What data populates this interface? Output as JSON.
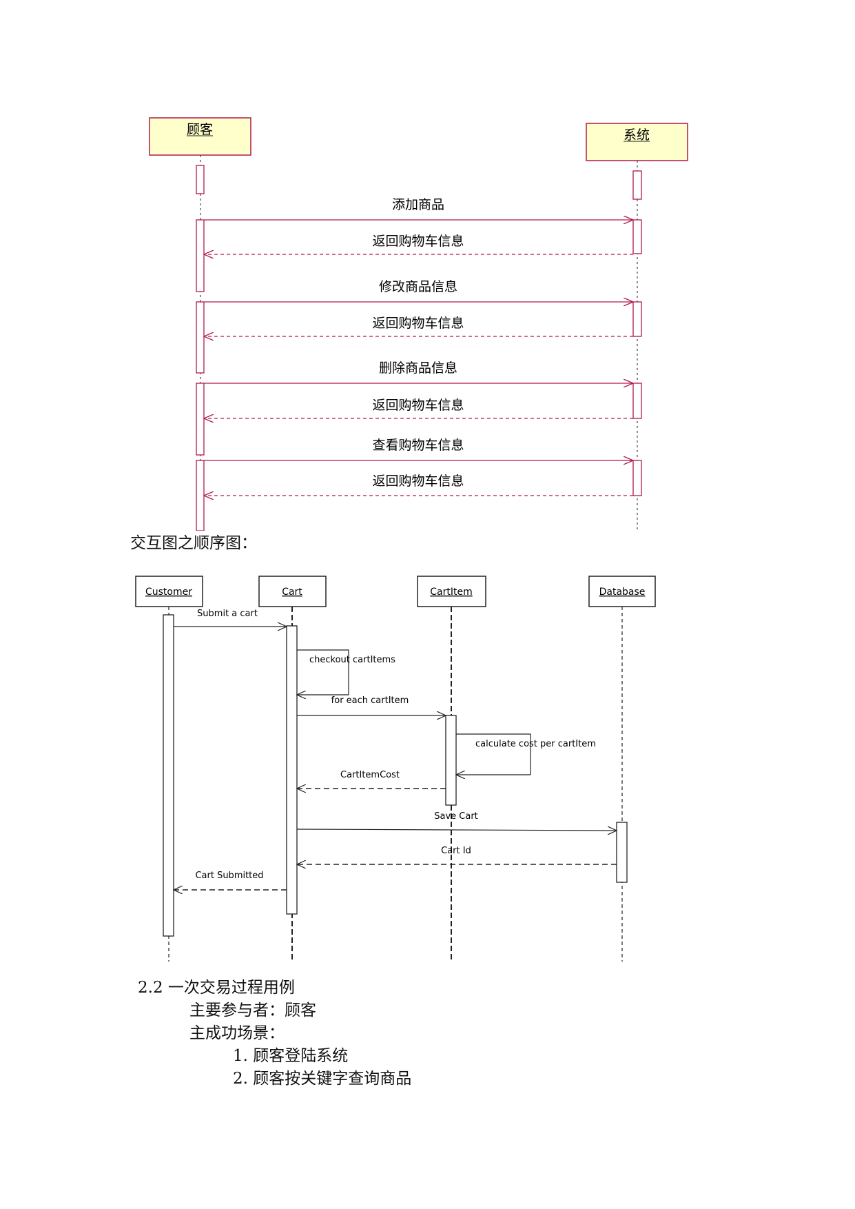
{
  "diagram1": {
    "actors": [
      "顾客",
      "系统"
    ],
    "messages": [
      "添加商品",
      "返回购物车信息",
      "修改商品信息",
      "返回购物车信息",
      "删除商品信息",
      "返回购物车信息",
      "查看购物车信息",
      "返回购物车信息"
    ]
  },
  "caption": "交互图之顺序图：",
  "diagram2": {
    "objects": [
      "Customer",
      "Cart",
      "CartItem",
      "Database"
    ],
    "messages": [
      "Submit a cart",
      "checkout cartItems",
      "for each cartItem",
      "calculate cost per cartItem",
      "CartItemCost",
      "Save Cart",
      "Cart Id",
      "Cart Submitted"
    ]
  },
  "section": {
    "heading": "2.2  一次交易过程用例",
    "actor_line": "主要参与者：顾客",
    "scenario_label": "主成功场景：",
    "steps": [
      "1. 顾客登陆系统",
      "2. 顾客按关键字查询商品"
    ]
  },
  "colors": {
    "d1_line": "#b0184a",
    "d1_box_fill": "#ffffcc"
  }
}
